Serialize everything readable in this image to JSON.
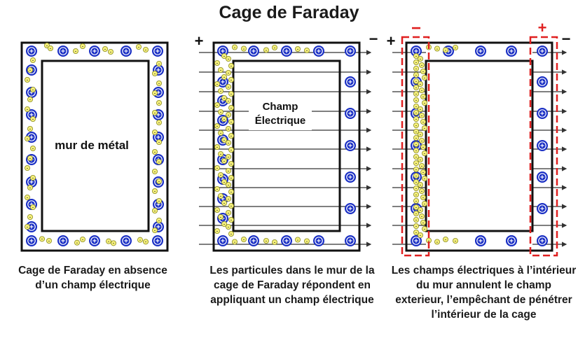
{
  "title": "Cage de Faraday",
  "panels": [
    {
      "id": "no-field",
      "inner_label": "mur de métal",
      "caption": "Cage de Faraday en absence d’un champ électrique"
    },
    {
      "id": "field-applied",
      "inner_label_line1": "Champ",
      "inner_label_line2": "Électrique",
      "polarity_left": "+",
      "polarity_right": "−",
      "caption": "Les particules dans le mur de la cage de Faraday répondent en appliquant un champ électrique"
    },
    {
      "id": "field-cancelled",
      "polarity_left": "+",
      "polarity_right": "−",
      "zone_left_sign": "−",
      "zone_right_sign": "+",
      "caption": "Les champs électriques à l’intérieur du mur annulent le champ exterieur, l’empêchant de pénétrer l’intérieur de la cage"
    }
  ],
  "symbols": {
    "proton": "+",
    "electron": "-"
  },
  "colors": {
    "proton": "#1a2fc4",
    "electron_fill": "#f4ef7a",
    "electron_stroke": "#8a8a20",
    "wall": "#111111",
    "zone": "#e02020",
    "field_line": "#333333"
  }
}
